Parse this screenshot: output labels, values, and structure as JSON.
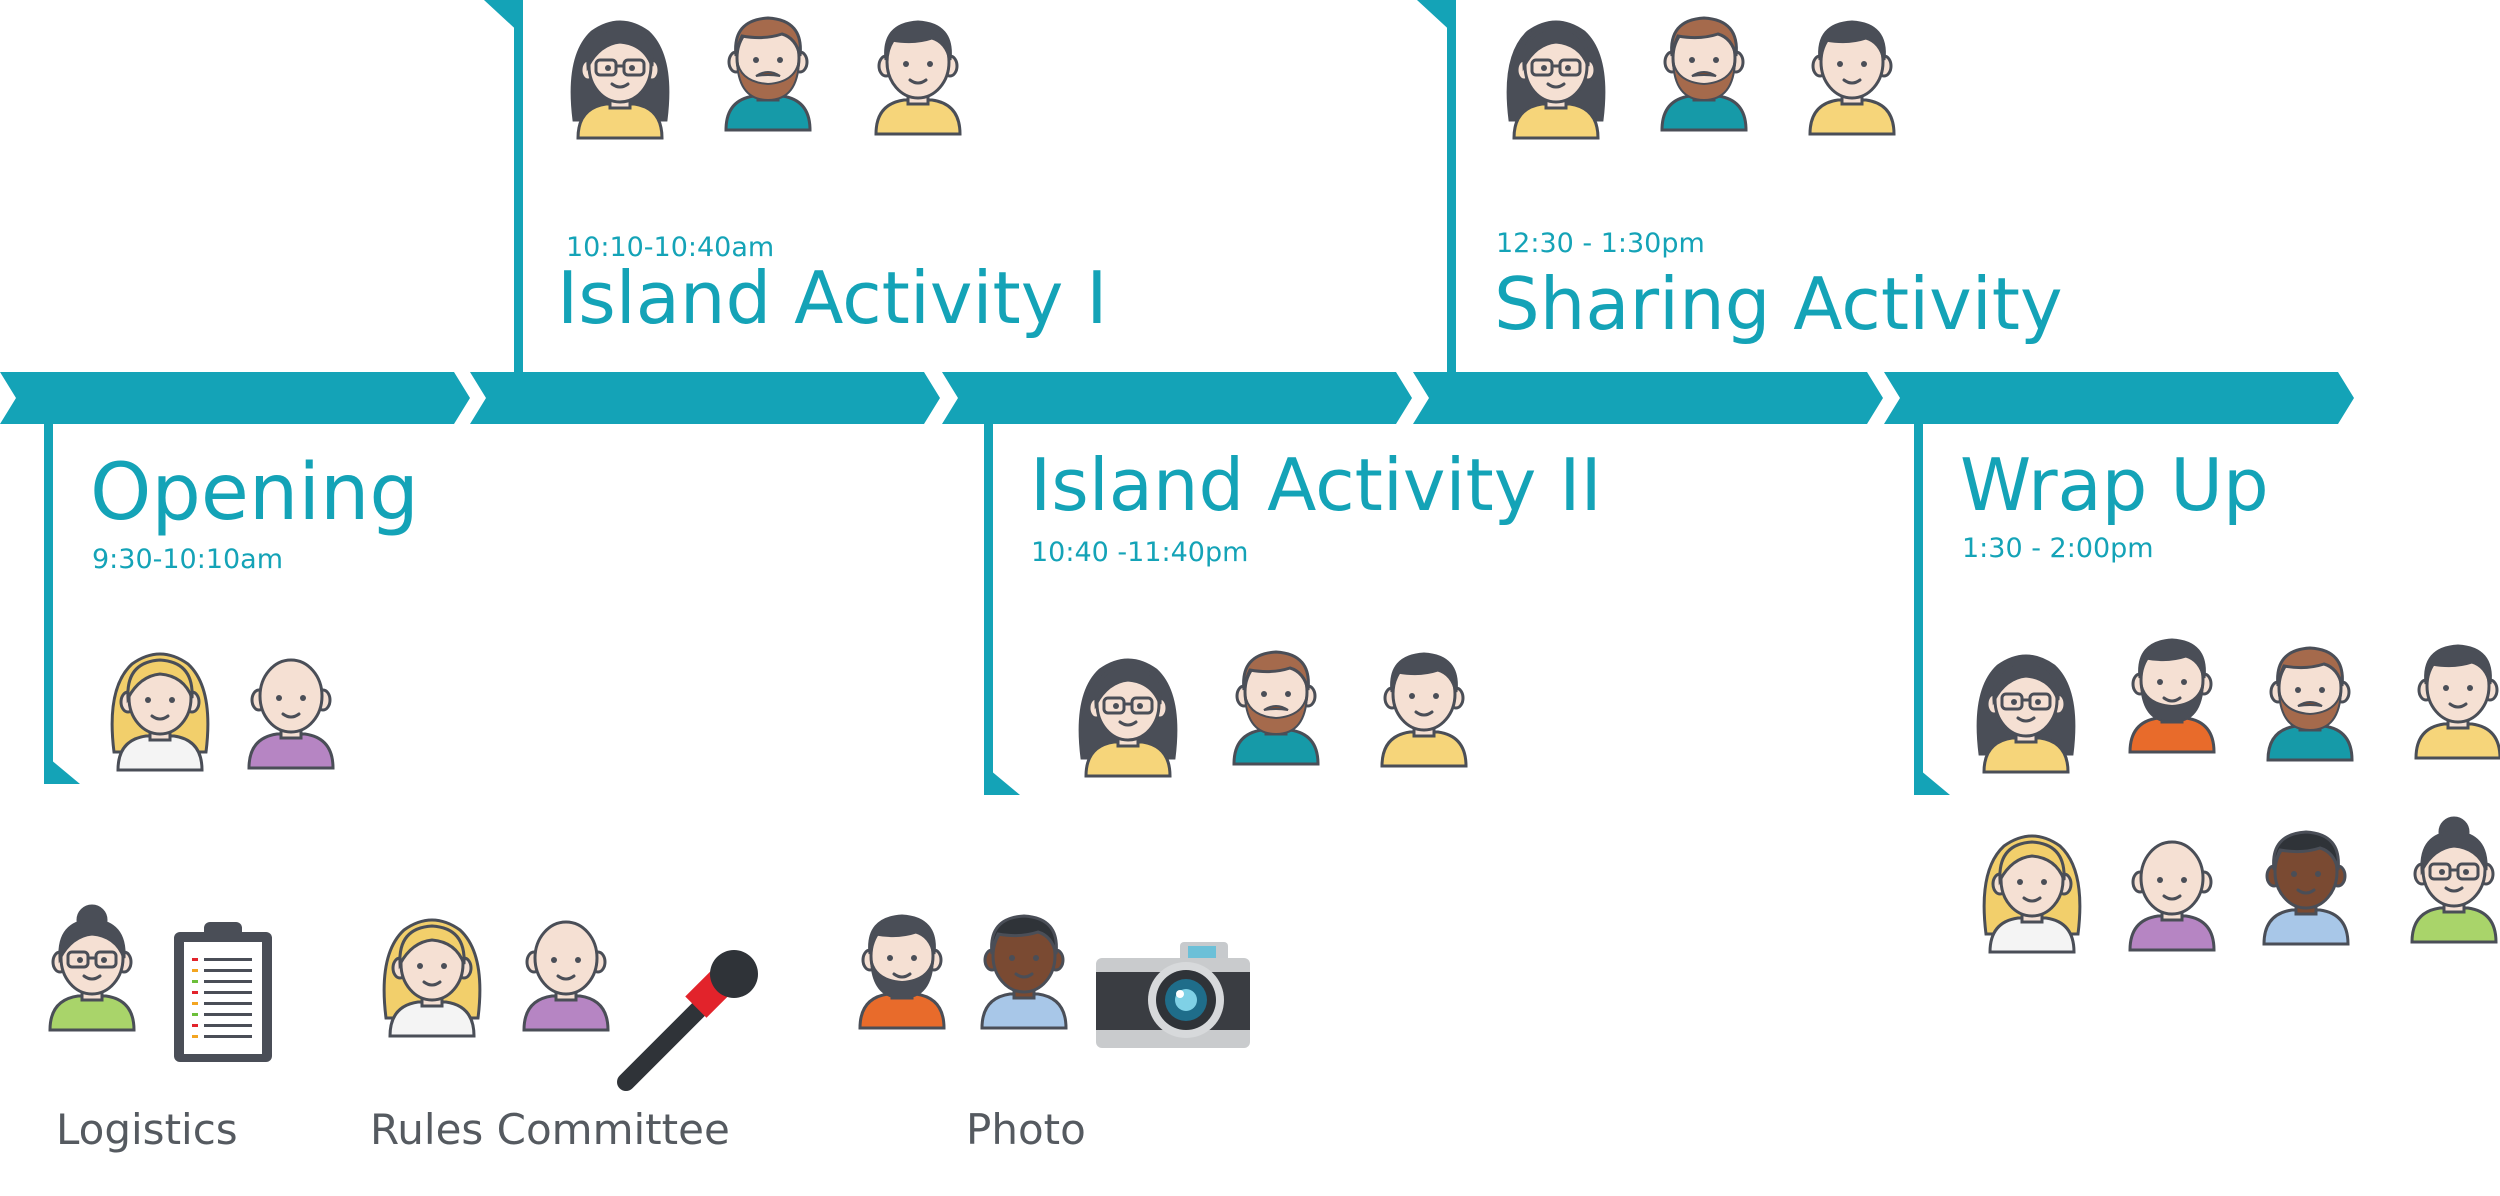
{
  "colors": {
    "accent": "#14a3b7",
    "text": "#555a60",
    "outline": "#4a4e57",
    "skin_light": "#f5e0d3",
    "skin_dark": "#7a4a32"
  },
  "stages": [
    {
      "title": "Opening",
      "time": "9:30-10:10am",
      "people": [
        "blonde-woman",
        "bald-man"
      ]
    },
    {
      "title": "Island Activity I",
      "time": "10:10-10:40am",
      "people": [
        "woman-glasses",
        "bearded-man",
        "young-man"
      ]
    },
    {
      "title": "Island Activity II",
      "time": "10:40 -11:40pm",
      "people": [
        "woman-glasses",
        "bearded-man",
        "young-man"
      ]
    },
    {
      "title": "Sharing Activity",
      "time": "12:30 - 1:30pm",
      "people": [
        "woman-glasses",
        "bearded-man",
        "young-man"
      ]
    },
    {
      "title": "Wrap Up",
      "time": "1:30 - 2:00pm",
      "people": [
        "woman-glasses",
        "dark-beard-man",
        "bearded-man",
        "young-man",
        "blonde-woman",
        "bald-man",
        "dark-skin-man",
        "bun-woman"
      ]
    }
  ],
  "roles": [
    {
      "label": "Logistics",
      "people": [
        "bun-woman"
      ],
      "item": "clipboard-icon"
    },
    {
      "label": "Rules Committee",
      "people": [
        "blonde-woman",
        "bald-man"
      ],
      "item": "microphone-icon"
    },
    {
      "label": "Photo",
      "people": [
        "dark-beard-man",
        "dark-skin-man"
      ],
      "item": "camera-icon"
    }
  ]
}
